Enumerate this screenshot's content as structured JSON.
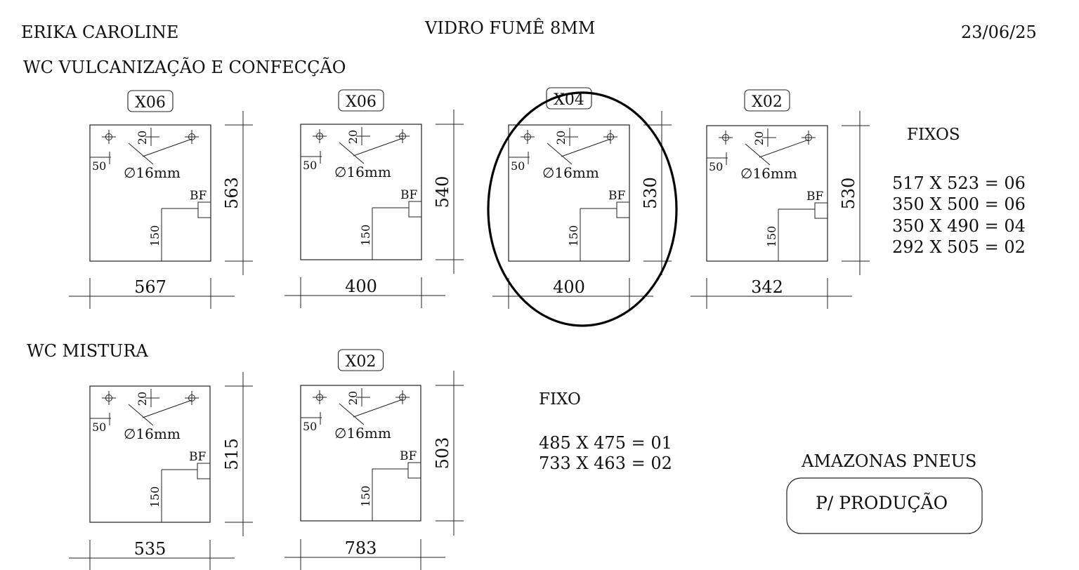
{
  "header": {
    "client": "ERIKA CAROLINE",
    "material": "VIDRO FUMÊ 8MM",
    "date": "23/06/25"
  },
  "sections": [
    {
      "title": "WC VULCANIZAÇÃO E CONFECÇÃO",
      "pieces": [
        {
          "tag": "X06",
          "width": "567",
          "height": "563",
          "hole_spacing": "20",
          "edge_offset": "50",
          "hole_diameter": "∅16mm",
          "latch": "BF",
          "latch_height": "150"
        },
        {
          "tag": "X06",
          "width": "400",
          "height": "540",
          "hole_spacing": "20",
          "edge_offset": "50",
          "hole_diameter": "∅16mm",
          "latch": "BF",
          "latch_height": "150"
        },
        {
          "tag": "X04",
          "width": "400",
          "height": "530",
          "hole_spacing": "20",
          "edge_offset": "50",
          "hole_diameter": "∅16mm",
          "latch": "BF",
          "latch_height": "150",
          "highlighted": true
        },
        {
          "tag": "X02",
          "width": "342",
          "height": "530",
          "hole_spacing": "20",
          "edge_offset": "50",
          "hole_diameter": "∅16mm",
          "latch": "BF",
          "latch_height": "150"
        }
      ],
      "fixed": {
        "title": "FIXOS",
        "lines": [
          "517 X 523 = 06",
          "350 X 500 = 06",
          "350 X 490 = 04",
          "292 X 505 = 02"
        ]
      }
    },
    {
      "title": "WC MISTURA",
      "pieces": [
        {
          "tag": "",
          "width": "535",
          "height": "515",
          "hole_spacing": "20",
          "edge_offset": "50",
          "hole_diameter": "∅16mm",
          "latch": "BF",
          "latch_height": "150"
        },
        {
          "tag": "X02",
          "width": "783",
          "height": "503",
          "hole_spacing": "20",
          "edge_offset": "50",
          "hole_diameter": "∅16mm",
          "latch": "BF",
          "latch_height": "150"
        }
      ],
      "fixed": {
        "title": "FIXO",
        "lines": [
          "485 X 475 = 01",
          "733 X 463 = 02"
        ]
      }
    }
  ],
  "footer": {
    "company": "AMAZONAS PNEUS",
    "stamp": "P/ PRODUÇÃO"
  }
}
